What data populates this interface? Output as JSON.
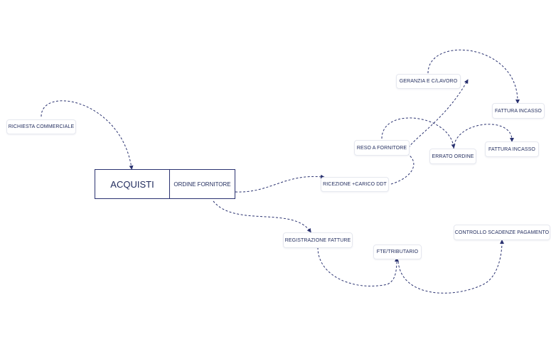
{
  "diagram": {
    "central": {
      "title": "ACQUISTI",
      "subtitle": "ORDINE FORNITORE"
    },
    "nodes": {
      "richiesta_commerciale": "RICHIESTA COMMERCIALE",
      "ricezione_carico_ddt": "RICEZIONE +CARICO DDT",
      "reso_a_fornitore": "RESO A FORNITORE",
      "errato_ordine": "ERRATO ORDINE",
      "garanzia": "GERANZIA E C/LAVORO",
      "fattura_incasso_top": "FATTURA INCASSO",
      "fattura_incasso_right": "FATTURA INCASSO",
      "registrazione_fatture": "REGISTRAZIONE FATTURE",
      "fte_tributario": "FTE/TRIBUTARIO",
      "controllo_scadenze": "CONTROLLO SCADENZE PAGAMENTO"
    },
    "link_color": "#2a3270"
  }
}
